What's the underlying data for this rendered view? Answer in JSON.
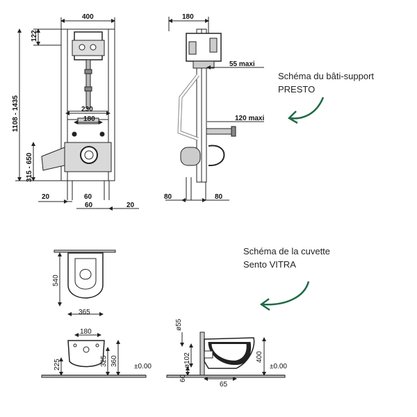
{
  "captions": {
    "frame_line1": "Schéma du bâti-support",
    "frame_line2": "PRESTO",
    "bowl_line1": "Schéma de la cuvette",
    "bowl_line2": "Sento VITRA"
  },
  "frame_front_dims": {
    "width": "400",
    "top": "122",
    "height_range": "1108 - 1435",
    "outlet_range": "315 - 650",
    "spacing": "230",
    "inner": "180",
    "left_edge": "20",
    "bottom_left": "60",
    "bottom_right": "60",
    "right_edge": "20"
  },
  "frame_side_dims": {
    "depth": "180",
    "max_55": "55 maxi",
    "max_120": "120 maxi",
    "left_80": "80",
    "right_80": "80"
  },
  "bowl_top_dims": {
    "length": "540",
    "width": "365"
  },
  "bowl_back_dims": {
    "fix_spacing": "180",
    "h225": "225",
    "h325": "325",
    "h360": "360",
    "floor": "±0.00"
  },
  "bowl_side_dims": {
    "d55": "ø55",
    "d102": "ø102",
    "h60": "60",
    "d65": "65",
    "h400": "400",
    "floor": "±0.00"
  },
  "colors": {
    "line": "#222222",
    "fill_gray": "#d9d9d9",
    "arrow": "#1f6b46"
  }
}
